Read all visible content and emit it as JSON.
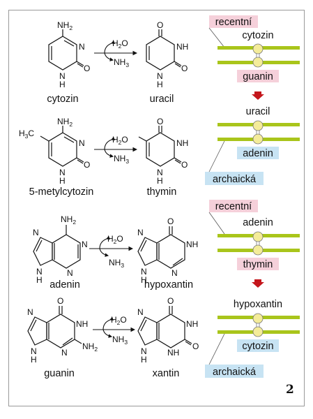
{
  "figure_number": "2",
  "reactions": [
    {
      "substrate": "cytozin",
      "product": "uracil",
      "reagent": "H2O",
      "byproduct": "NH3"
    },
    {
      "substrate": "5-metylcytozin",
      "product": "thymin",
      "reagent": "H2O",
      "byproduct": "NH3"
    },
    {
      "substrate": "adenin",
      "product": "hypoxantin",
      "reagent": "H2O",
      "byproduct": "NH3"
    },
    {
      "substrate": "guanin",
      "product": "xantin",
      "reagent": "H2O",
      "byproduct": "NH3"
    }
  ],
  "panels": [
    {
      "top_tag": "recentní",
      "before": {
        "top": "cytozin",
        "bottom": "guanin"
      },
      "after": {
        "top": "uracil",
        "bottom": "adenin"
      },
      "bottom_tag": "archaická"
    },
    {
      "top_tag": "recentní",
      "before": {
        "top": "adenin",
        "bottom": "thymin"
      },
      "after": {
        "top": "hypoxantin",
        "bottom": "cytozin"
      },
      "bottom_tag": "archaická"
    }
  ],
  "atoms": {
    "amino": "NH",
    "nh": "NH",
    "n": "N",
    "h": "H",
    "o": "O",
    "h3c": "H",
    "c": "C"
  },
  "colors": {
    "strand": "#a9c51b",
    "tag_pink": "#f5d0da",
    "tag_blue": "#c7e3f3",
    "arrow_red": "#c4161c",
    "base_yellow": "#f4ec9a"
  }
}
